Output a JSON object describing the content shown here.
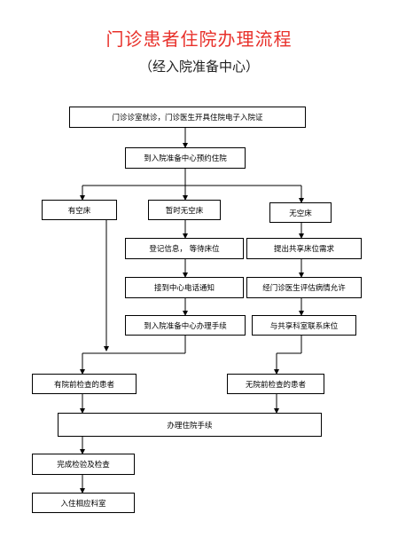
{
  "title": "门诊患者住院办理流程",
  "subtitle": "（经入院准备中心）",
  "nodes": {
    "outpatient_visit": "门诊诊室就诊，门诊医生开具住院电子入院证",
    "prebook_center": "到入院准备中心预约住院",
    "bed_available": "有空床",
    "temp_no_bed": "暂时无空床",
    "no_bed": "无空床",
    "register_wait": "登记信息，  等待床位",
    "request_shared_bed": "提出共享床位需求",
    "receive_call": "接到中心电话通知",
    "clinic_assess": "经门诊医生评估病情允许",
    "go_center_procedures": "到入院准备中心办理手续",
    "contact_shared_dept": "与共享科室联系床位",
    "with_preexam": "有院前检查的患者",
    "without_preexam": "无院前检查的患者",
    "admission_procedures": "办理住院手续",
    "complete_tests": "完成检验及检查",
    "enter_ward": "入住相应科室"
  }
}
